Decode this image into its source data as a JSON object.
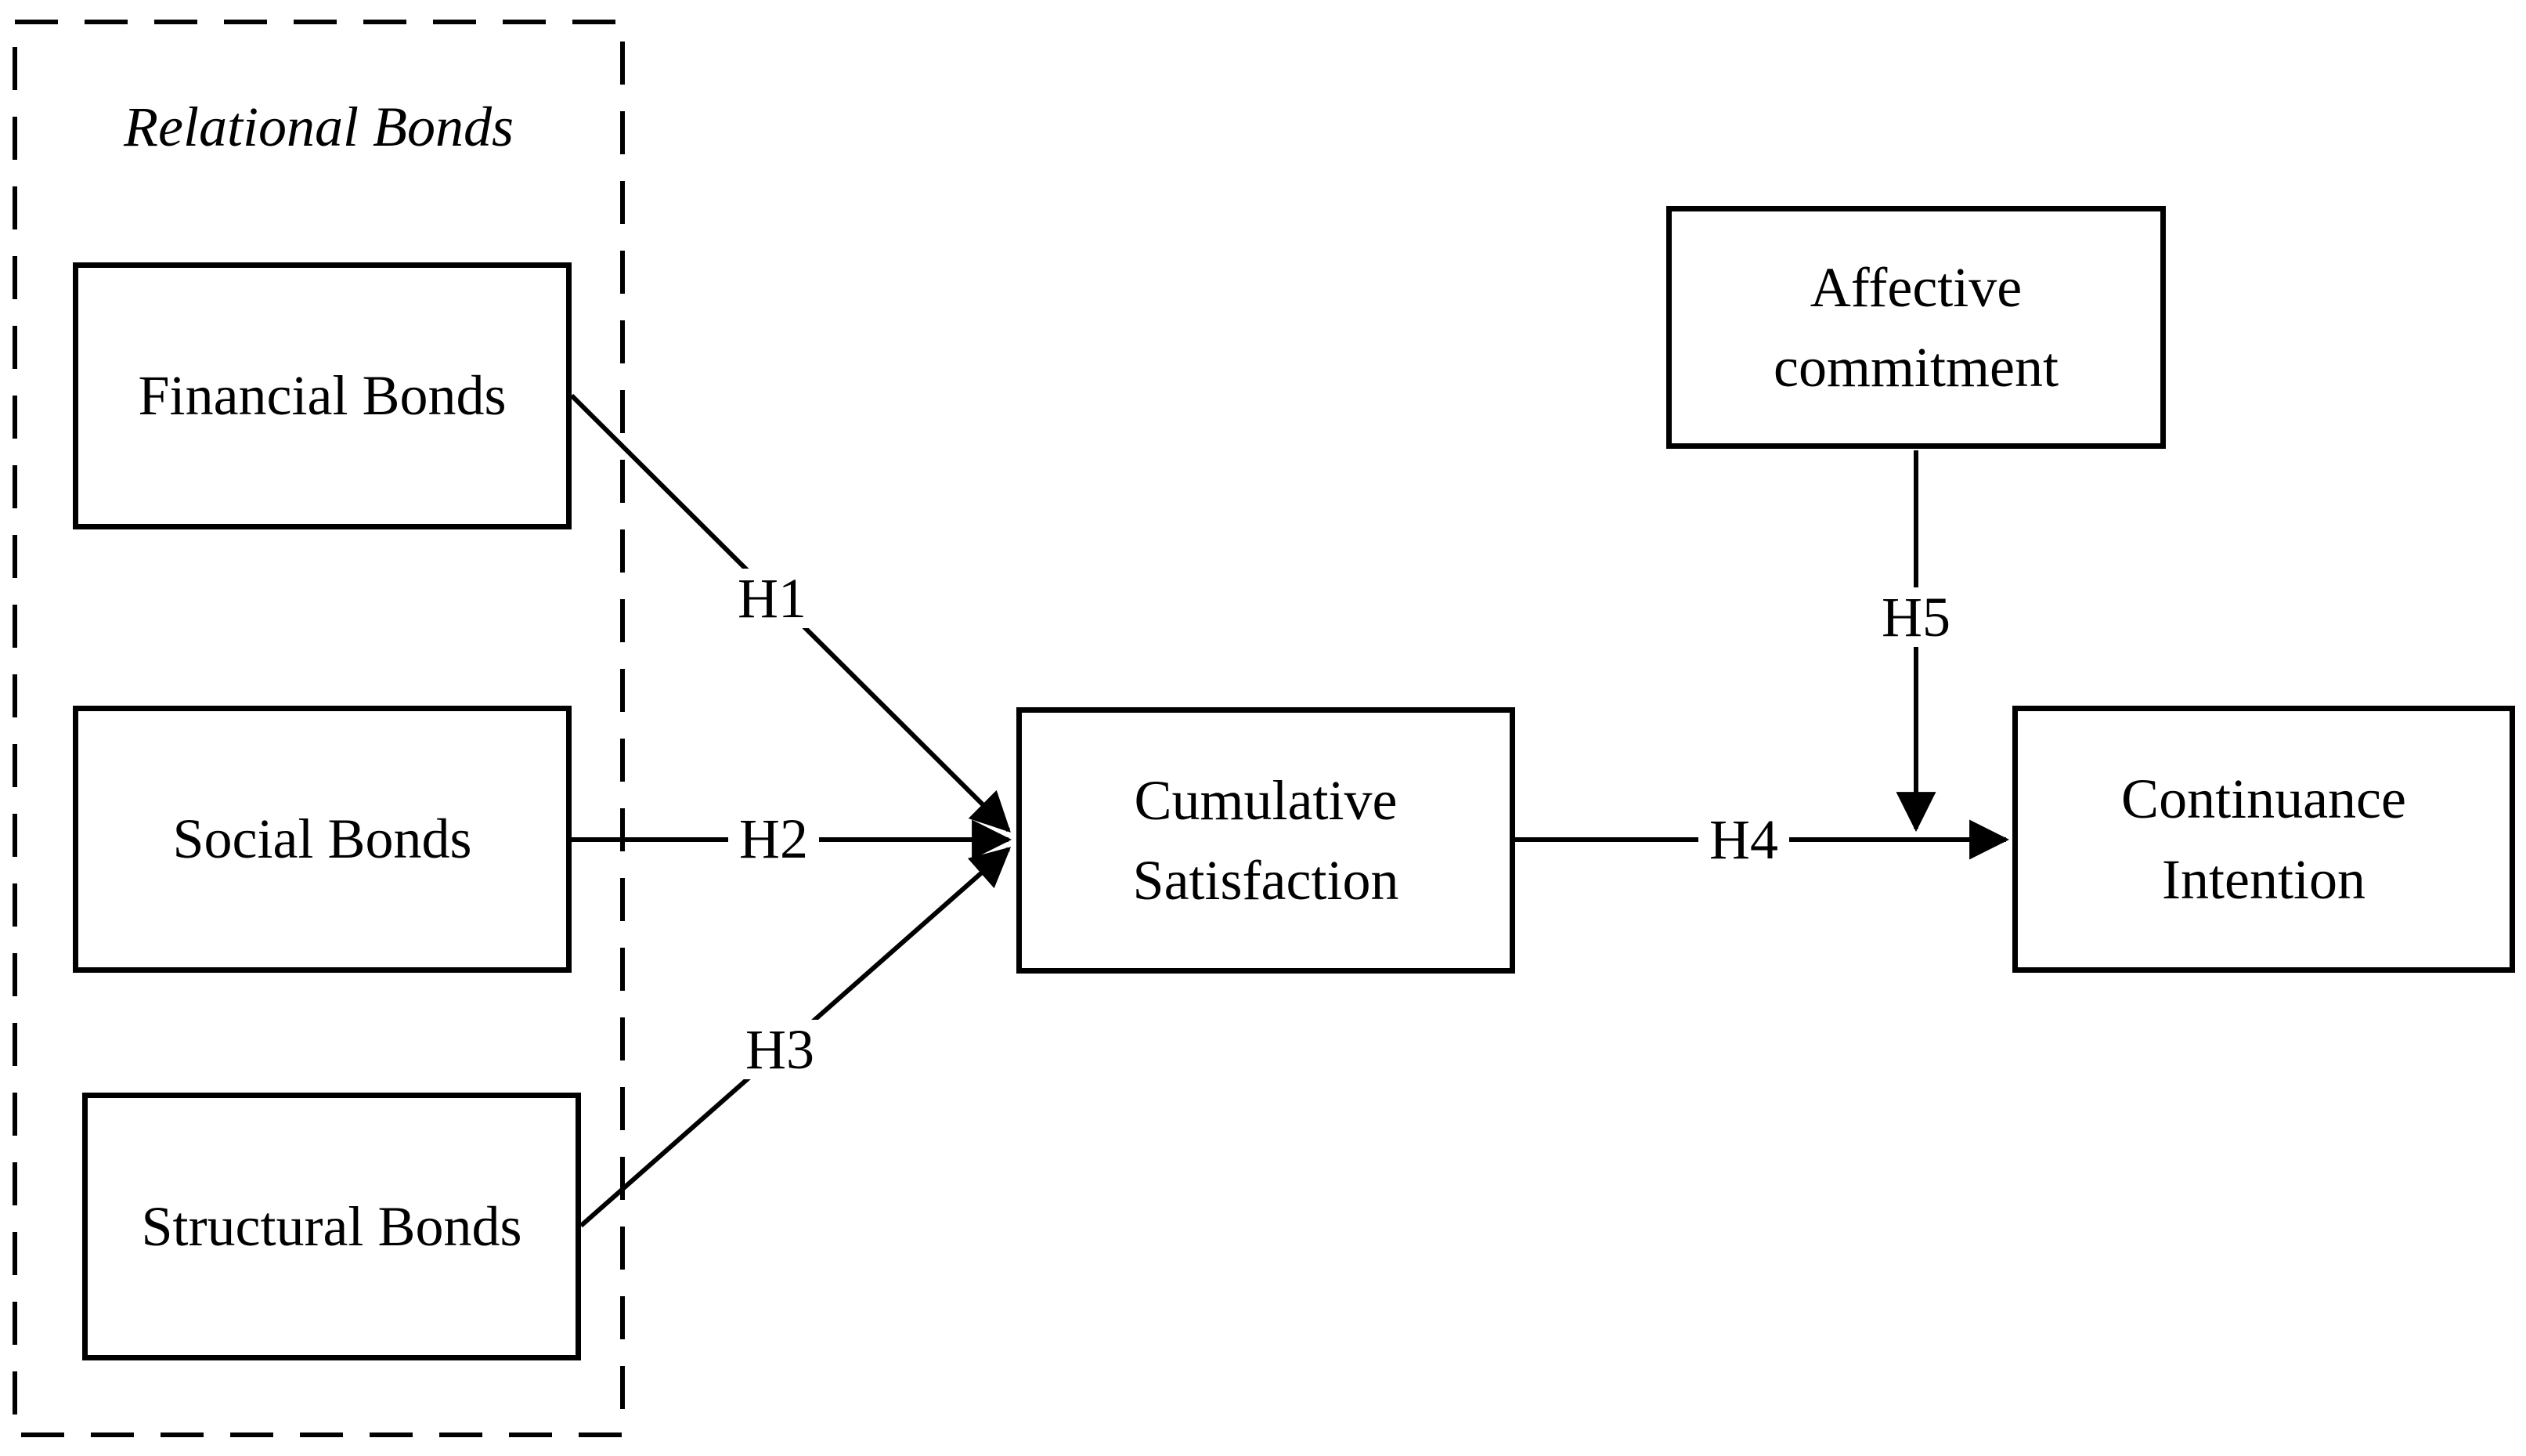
{
  "diagram": {
    "group": {
      "title": "Relational Bonds"
    },
    "boxes": {
      "financial": {
        "label": "Financial Bonds"
      },
      "social": {
        "label": "Social Bonds"
      },
      "structural": {
        "label": "Structural Bonds"
      },
      "cumulative": {
        "label": "Cumulative Satisfaction"
      },
      "affective": {
        "label": "Affective commitment"
      },
      "continuance": {
        "label": "Continuance Intention"
      }
    },
    "hypotheses": {
      "h1": {
        "label": "H1",
        "from": "Financial Bonds",
        "to": "Cumulative Satisfaction"
      },
      "h2": {
        "label": "H2",
        "from": "Social Bonds",
        "to": "Cumulative Satisfaction"
      },
      "h3": {
        "label": "H3",
        "from": "Structural Bonds",
        "to": "Cumulative Satisfaction"
      },
      "h4": {
        "label": "H4",
        "from": "Cumulative Satisfaction",
        "to": "Continuance Intention"
      },
      "h5": {
        "label": "H5",
        "from": "Affective commitment",
        "to": "H4 path (moderation)"
      }
    },
    "colors": {
      "line": "#000000",
      "background": "#ffffff"
    }
  }
}
